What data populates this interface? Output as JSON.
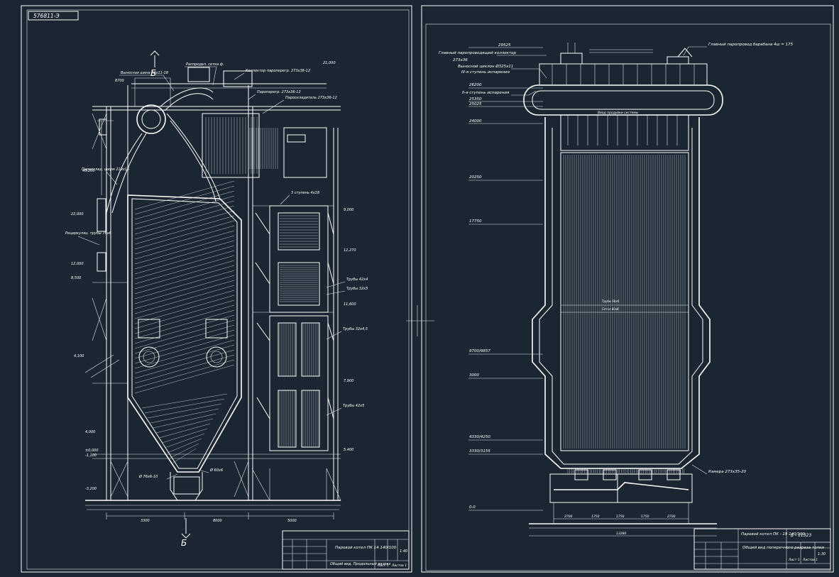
{
  "sheet_left": {
    "stamp": "576811-Э",
    "section_marker": "Б",
    "callouts": {
      "pin_pipe": "Выносная шина 30x11-18",
      "drum": "Распредел. сетка ф.",
      "header_top": "Коллектор пароперегр. 273x36-12",
      "header_right": "Пароперегр. 273x36-12",
      "attemperator": "Пароохладитель 273x36-12",
      "left_1": "Пароохлад. ширм 219x16",
      "left_2": "Рециркуляц. трубы 76x6",
      "window": "3 ступень 4x18",
      "right_1": "Трубы 42x4",
      "right_2": "Трубы 32x5",
      "right_3": "Трубы 32x4,5",
      "right_4": "Трубы 42x5",
      "bottom_1": "Ø 76x6-10",
      "bottom_2": "Ø 60x6"
    },
    "levels_left": [
      "40,200",
      "22,000",
      "12,000",
      "8,500",
      "4,100",
      "4,000",
      "±0,000",
      "-1,100",
      "-3,200"
    ],
    "levels_right": [
      "21,000",
      "12,270",
      "11,600",
      "9,000",
      "7,900",
      "5,400"
    ],
    "dimensions": [
      "3300",
      "8000",
      "5000",
      "8700"
    ],
    "title_block": {
      "title": "Паровой котел ПК 14 140/100",
      "subtitle": "Общий вид. Продольный разрез",
      "scale": "1:40",
      "sheet": "Лист 1",
      "sheets": "Листов 1"
    }
  },
  "sheet_right": {
    "callouts": {
      "callout_1": "Главный паропроводящий коллектор",
      "callout_1b": "273x36",
      "callout_2": "Выносной циклон Ø325x11",
      "callout_2b": "III-я ступень испарения",
      "callout_3": "II-я ступень испарения",
      "main_steam": "Главный паропровод барабана 4ш = 175",
      "outlet": "Ввод продувки системы",
      "chamber": "Камера 273x35-20"
    },
    "levels": [
      "29525",
      "26200",
      "25350",
      "25025",
      "24000",
      "20250",
      "17750",
      "9700/9857",
      "3000",
      "4330/4250",
      "3330/3155",
      "0.0"
    ],
    "dims_bottom": [
      "2700",
      "1750",
      "1750",
      "1750",
      "2700"
    ],
    "total_width": "13280",
    "mid_label_1": "Трубы 60x6",
    "mid_label_2": "Сетка 60x6",
    "title_block": {
      "title": "Паровой котел ПК - 19 140/100",
      "subtitle": "Общий вид поперечного разреза топки",
      "code": "Б - 11323",
      "scale": "1:30",
      "sheet": "Лист 1",
      "sheets": "Листов 1"
    }
  }
}
